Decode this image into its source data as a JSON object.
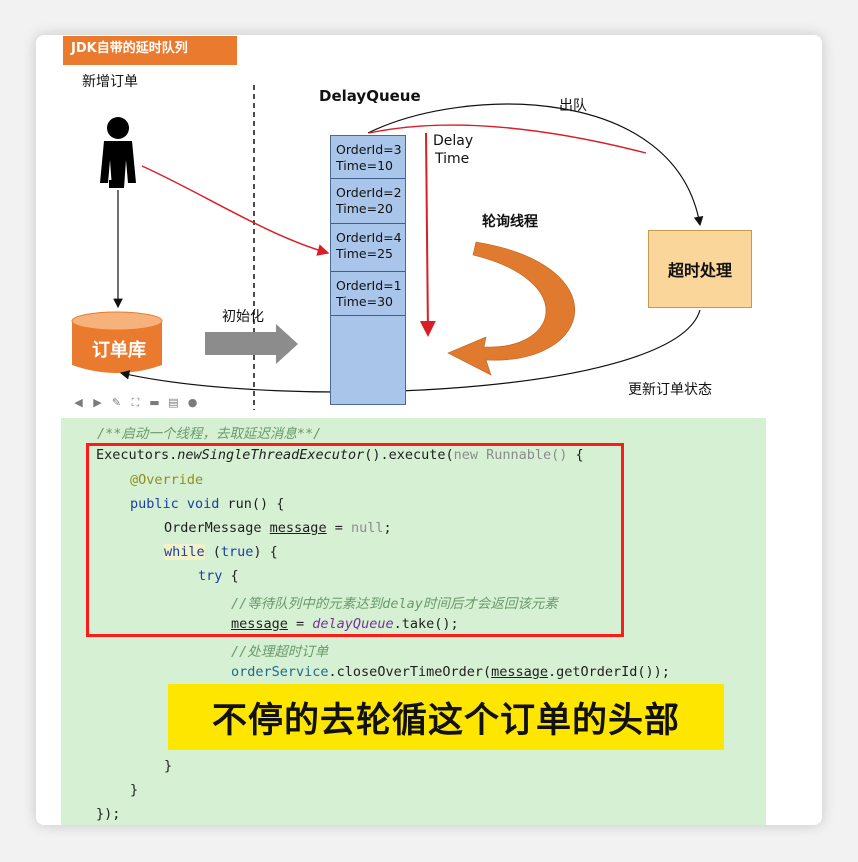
{
  "header": {
    "title": "JDK自带的延时队列"
  },
  "diagram": {
    "new_order_label": "新增订单",
    "queue_title": "DelayQueue",
    "dequeue_label": "出队",
    "delay_time_label": [
      "Delay",
      "Time"
    ],
    "poll_thread_label": "轮询线程",
    "timeout_label": "超时处理",
    "init_label": "初始化",
    "db_label": "订单库",
    "update_label": "更新订单状态",
    "queue_items": [
      {
        "id": "OrderId=3",
        "time": "Time=10"
      },
      {
        "id": "OrderId=2",
        "time": "Time=20"
      },
      {
        "id": "OrderId=4",
        "time": "Time=25"
      },
      {
        "id": "OrderId=1",
        "time": "Time=30"
      }
    ],
    "colors": {
      "orange": "#ea7a2d",
      "queue_blue": "#a9c6ea",
      "timeout_fill": "#fbd69a",
      "annotation_red": "#d81f26"
    }
  },
  "toolbar": {
    "icons": [
      "back-icon",
      "play-icon",
      "pen-icon",
      "crop-icon",
      "video-icon",
      "note-icon",
      "more-icon"
    ]
  },
  "code": {
    "l1": "/**启动一个线程，去取延迟消息**/",
    "l2a": "Executors.",
    "l2b": "newSingleThreadExecutor",
    "l2c": "().execute(",
    "l2d": "new Runnable()",
    "l2e": " {",
    "l3": "@Override",
    "l4a": "public void",
    "l4b": " run() {",
    "l5a": "OrderMessage ",
    "l5b": "message",
    "l5c": " = ",
    "l5d": "null",
    "l5e": ";",
    "l6a": "while",
    "l6b": " (",
    "l6c": "true",
    "l6d": ") {",
    "l7a": "try",
    "l7b": " {",
    "l8": "//等待队列中的元素达到delay时间后才会返回该元素",
    "l9a": "message",
    "l9b": " = ",
    "l9c": "delayQueue",
    "l9d": ".take();",
    "l10": "//处理超时订单",
    "l11a": "orderService",
    "l11b": ".closeOverTimeOrder(",
    "l11c": "message",
    "l11d": ".getOrderId());",
    "l12": "}",
    "l13": "}",
    "l14": "});"
  },
  "banner": {
    "text": "不停的去轮循这个订单的头部"
  }
}
